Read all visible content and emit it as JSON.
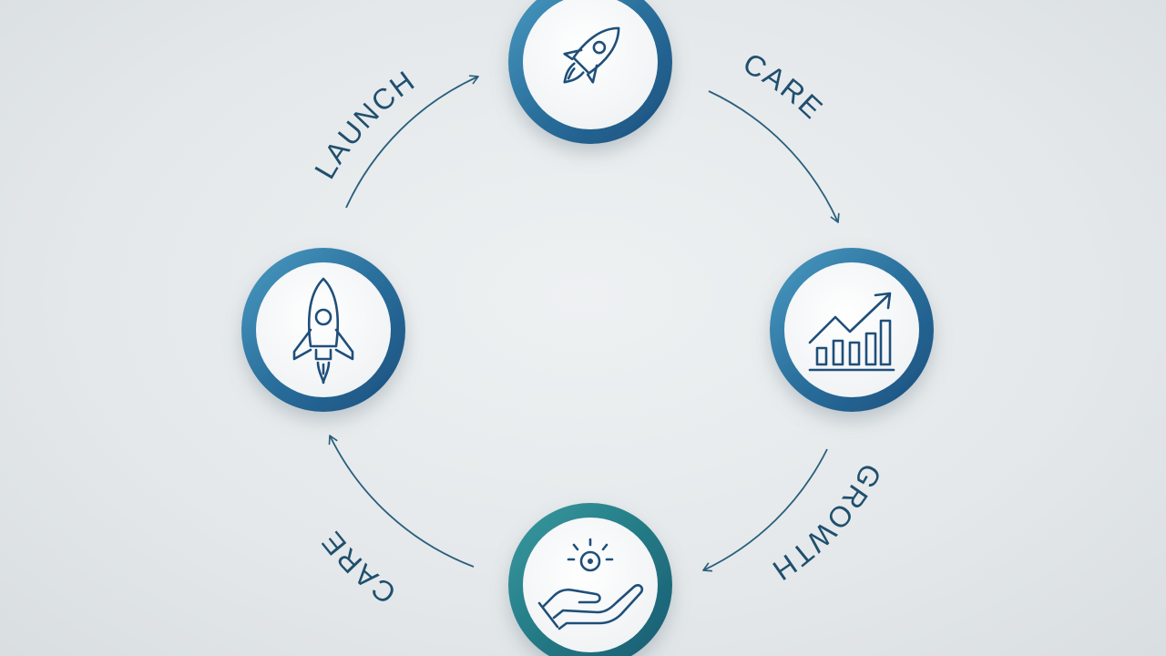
{
  "diagram": {
    "stages": [
      {
        "id": "top",
        "icon": "rocket-launch-icon"
      },
      {
        "id": "right",
        "icon": "growth-chart-icon"
      },
      {
        "id": "bottom",
        "icon": "hand-idea-icon"
      },
      {
        "id": "left",
        "icon": "rocket-icon"
      }
    ],
    "connectors": [
      {
        "label": "LAUNCH",
        "from": "left",
        "to": "top"
      },
      {
        "label": "CARE",
        "from": "top",
        "to": "right"
      },
      {
        "label": "GROWTH",
        "from": "right",
        "to": "bottom"
      },
      {
        "label": "CARE",
        "from": "bottom",
        "to": "left"
      }
    ],
    "colors": {
      "ring_dark": "#1e5a86",
      "ring_light": "#3f8fb5",
      "ring_teal": "#2a8c8c",
      "icon": "#1f4f7a",
      "text": "#1f4f6e",
      "background": "#e6eaec"
    }
  }
}
